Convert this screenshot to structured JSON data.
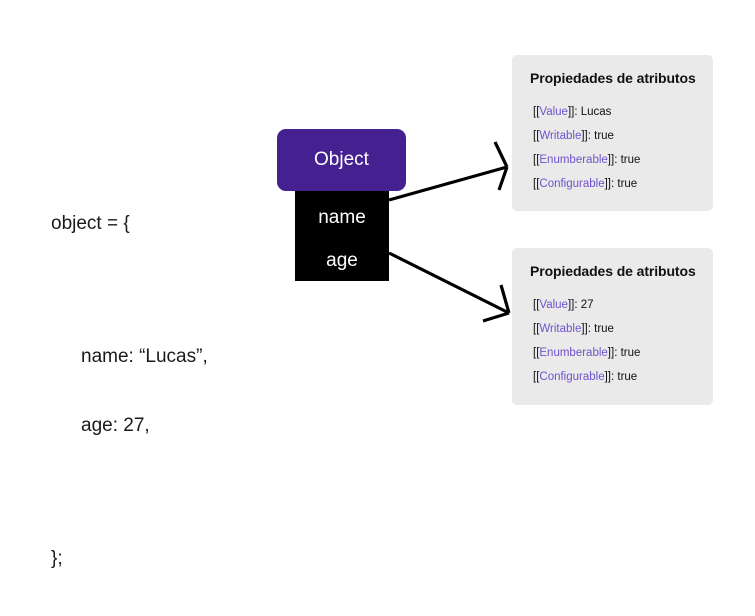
{
  "diagram": {
    "title": "JavaScript object property attributes diagram",
    "colors": {
      "object_box": "#452090",
      "props_box": "#000000",
      "panel_bg": "#eaeaea",
      "attr_key": "#6f52cc",
      "text": "#111111",
      "arrow": "#000000"
    }
  },
  "code": {
    "lines": [
      "object = {",
      "name: “Lucas”,",
      "age: 27,",
      "};"
    ],
    "line_0": "object = {",
    "line_1": "name: “Lucas”,",
    "line_2": "age: 27,",
    "line_3": "};"
  },
  "object_node": {
    "label": "Object",
    "properties": [
      {
        "name": "name"
      },
      {
        "name": "age"
      }
    ],
    "property_0": "name",
    "property_1": "age"
  },
  "panels": [
    {
      "title": "Propiedades de atributos",
      "attributes": [
        {
          "open": "[[",
          "key": "Value",
          "close": "]]",
          "value": ": Lucas"
        },
        {
          "open": "[[",
          "key": "Writable",
          "close": "]]",
          "value": ": true"
        },
        {
          "open": "[[",
          "key": "Enumberable",
          "close": "]]",
          "value": ": true"
        },
        {
          "open": "[[",
          "key": "Configurable",
          "close": "]]",
          "value": ": true"
        }
      ]
    },
    {
      "title": "Propiedades de atributos",
      "attributes": [
        {
          "open": "[[",
          "key": "Value",
          "close": "]]",
          "value": ": 27"
        },
        {
          "open": "[[",
          "key": "Writable",
          "close": "]]",
          "value": ": true"
        },
        {
          "open": "[[",
          "key": "Enumberable",
          "close": "]]",
          "value": ": true"
        },
        {
          "open": "[[",
          "key": "Configurable",
          "close": "]]",
          "value": ": true"
        }
      ]
    }
  ],
  "connectors": [
    {
      "from": "name",
      "to": "panel-top"
    },
    {
      "from": "age",
      "to": "panel-bottom"
    }
  ]
}
